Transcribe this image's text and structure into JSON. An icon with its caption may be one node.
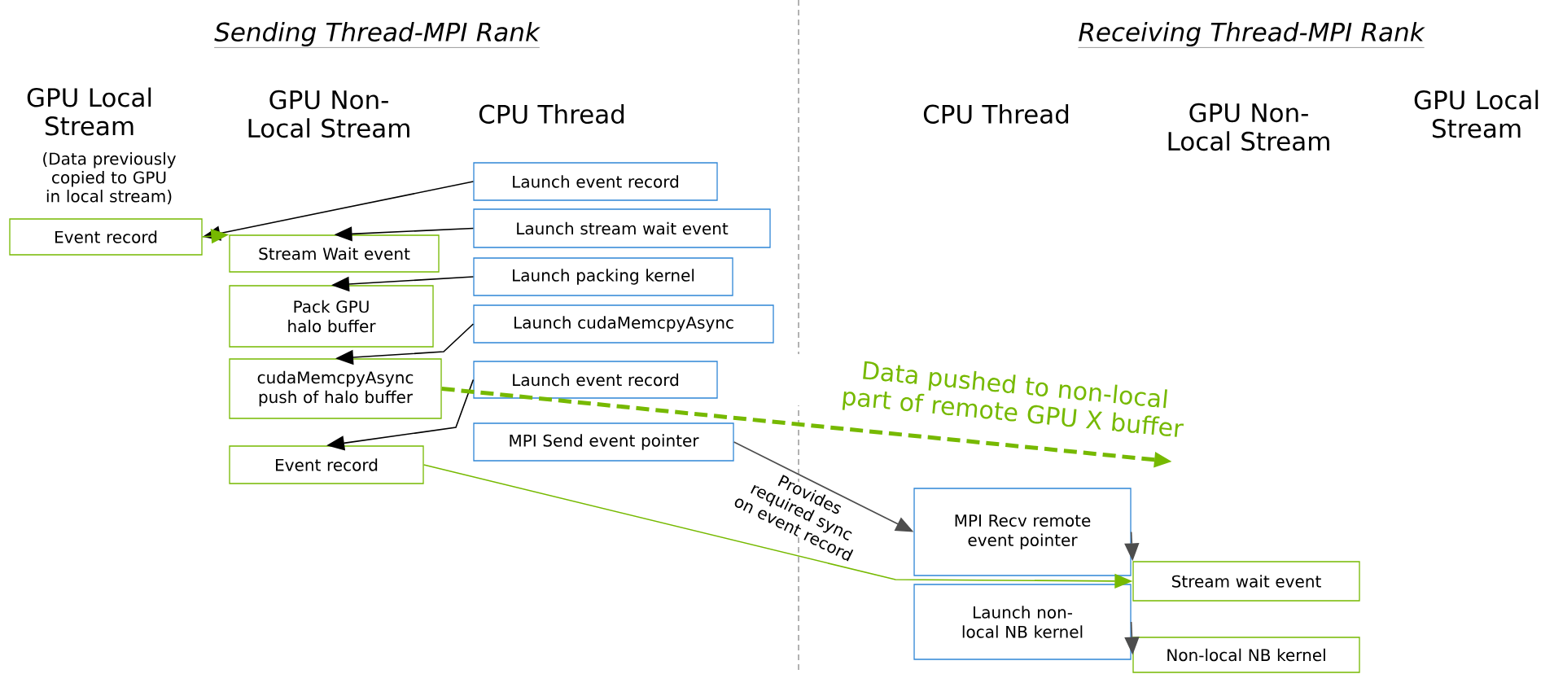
{
  "diagram": {
    "nodes": [
      {
        "text": [
          "Event record"
        ]
      },
      {
        "text": [
          "Stream Wait event"
        ]
      },
      {
        "text": [
          "Pack GPU halo buffer"
        ]
      },
      {
        "text": [
          "cudaMemcpyAsync push of halo buffer"
        ]
      },
      {
        "text": [
          "Event record"
        ]
      },
      {
        "text": [
          "Launch event record"
        ]
      },
      {
        "text": [
          "Launch stream wait event"
        ]
      },
      {
        "text": [
          "Launch packing kernel"
        ]
      },
      {
        "text": [
          "Launch cudaMemcpyAsync"
        ]
      },
      {
        "text": [
          "Launch event record"
        ]
      },
      {
        "text": [
          "MPI Send event pointer"
        ]
      },
      {
        "text": [
          "MPI Recv remote event pointer"
        ]
      },
      {
        "text": [
          "Launch non-local NB kernel"
        ]
      },
      {
        "text": [
          "Stream wait event"
        ]
      },
      {
        "text": [
          "Non-local NB kernel"
        ]
      }
    ],
    "edges": [
      {
        "from": 5,
        "to": 0,
        "arrow": "to"
      },
      {
        "from": 0,
        "to": 1,
        "arrow": "to",
        "color": "#76b900"
      },
      {
        "from": 6,
        "to": 1,
        "arrow": "to"
      },
      {
        "from": 7,
        "to": 2,
        "arrow": "to"
      },
      {
        "from": 8,
        "to": 3,
        "arrow": "to"
      },
      {
        "from": 9,
        "to": 4,
        "arrow": "to"
      },
      {
        "from": 3,
        "to": null,
        "arrow": "to",
        "label": "Data pushed to non-local part of remote GPU X buffer",
        "style": "dashed",
        "color": "#76b900"
      },
      {
        "from": 10,
        "to": 11,
        "arrow": "to",
        "label": "Provides required sync on event record",
        "color": "#4d4d4d"
      },
      {
        "from": 4,
        "to": 13,
        "arrow": "to",
        "color": "#76b900"
      },
      {
        "from": 11,
        "to": 13,
        "arrow": "to",
        "color": "#4d4d4d"
      },
      {
        "from": 12,
        "to": 14,
        "arrow": "to",
        "color": "#4d4d4d"
      }
    ],
    "labels": [
      "Sending Thread-MPI Rank",
      "Receiving Thread-MPI Rank",
      "GPU Local Stream",
      "GPU Non-Local Stream",
      "CPU Thread",
      "CPU Thread",
      "GPU Non-Local Stream",
      "GPU Local Stream",
      "(Data previously copied to GPU in local stream)"
    ]
  }
}
